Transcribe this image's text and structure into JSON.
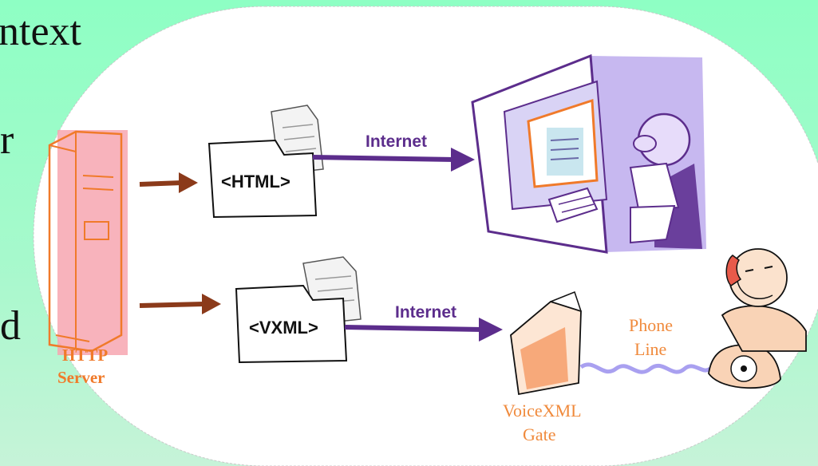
{
  "background_text": {
    "line1": "ntext",
    "line2": "r",
    "line3": "d"
  },
  "diagram": {
    "server_label_line1": "HTTP",
    "server_label_line2": "Server",
    "html_doc_label": "<HTML>",
    "vxml_doc_label": "<VXML>",
    "internet_label_top": "Internet",
    "internet_label_bottom": "Internet",
    "gateway_label_line1": "VoiceXML",
    "gateway_label_line2": "Gate",
    "phone_line_label_line1": "Phone",
    "phone_line_label_line2": "Line"
  },
  "colors": {
    "background": "#9afcc8",
    "server_pink": "#f7a6b0",
    "orange": "#f07a2a",
    "purple_arrow": "#5c2d8c",
    "brown_arrow": "#8b3a1a",
    "monitor_lavender": "#c7b8f0",
    "phone_wave": "#a9a0f0"
  }
}
